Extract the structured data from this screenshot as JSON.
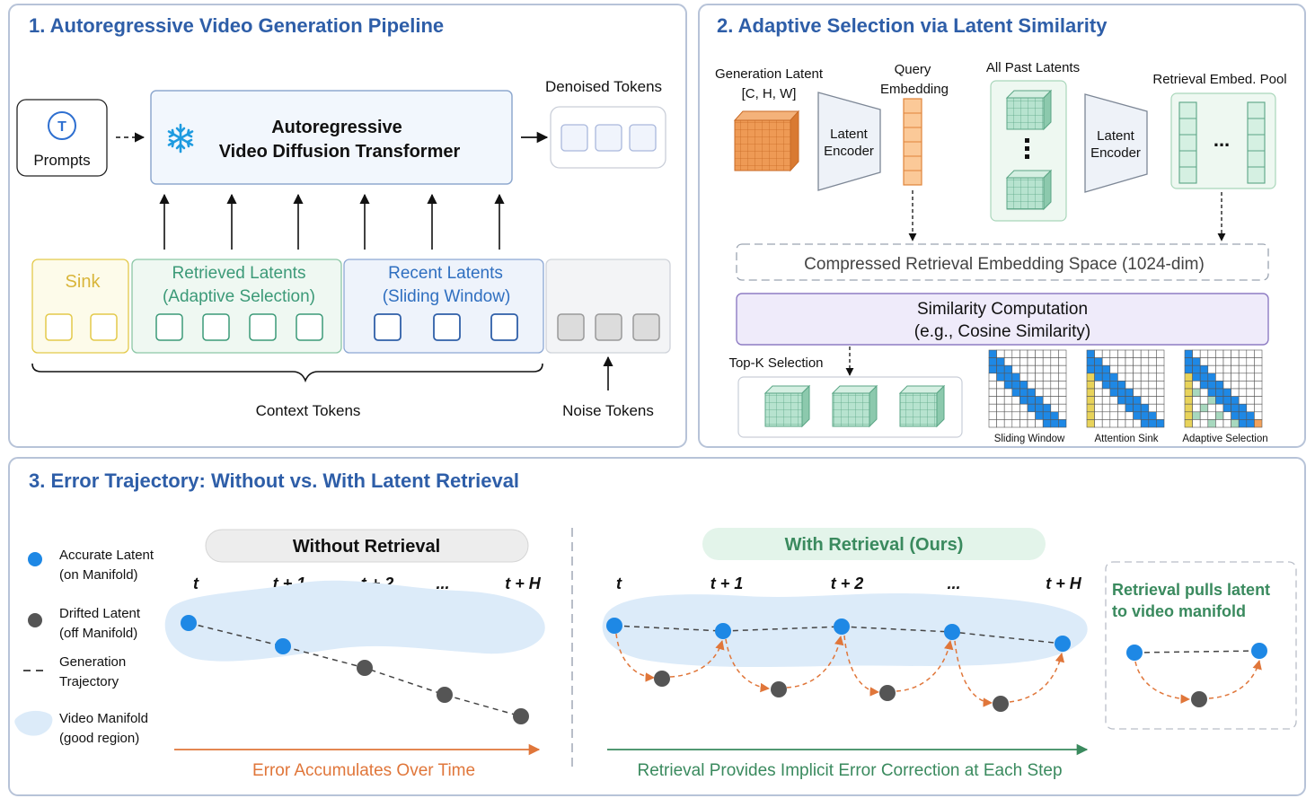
{
  "panel1": {
    "title": "1. Autoregressive Video Generation Pipeline",
    "prompts_icon": "T",
    "prompts_label": "Prompts",
    "transformer_line1": "Autoregressive",
    "transformer_line2": "Video Diffusion Transformer",
    "denoised_label": "Denoised Tokens",
    "sink_label": "Sink",
    "retrieved_line1": "Retrieved Latents",
    "retrieved_line2": "(Adaptive Selection)",
    "recent_line1": "Recent Latents",
    "recent_line2": "(Sliding Window)",
    "context_label": "Context Tokens",
    "noise_label": "Noise Tokens",
    "snowflake_icon": "snowflake-icon"
  },
  "panel2": {
    "title": "2. Adaptive Selection via Latent Similarity",
    "gen_latent_line1": "Generation Latent",
    "gen_latent_line2": "[C, H, W]",
    "encoder_a_line1": "Latent",
    "encoder_a_line2": "Encoder",
    "query_line1": "Query",
    "query_line2": "Embedding",
    "past_latents_label": "All Past Latents",
    "encoder_b_line1": "Latent",
    "encoder_b_line2": "Encoder",
    "pool_label": "Retrieval Embed. Pool",
    "ellipsis": "...",
    "embedding_space_label": "Compressed Retrieval Embedding Space (1024-dim)",
    "similarity_line1": "Similarity Computation",
    "similarity_line2": "(e.g., Cosine Similarity)",
    "topk_label": "Top-K Selection",
    "mask_labels": [
      "Sliding Window",
      "Attention Sink",
      "Adaptive Selection"
    ]
  },
  "panel3": {
    "title": "3. Error Trajectory: Without vs. With Latent Retrieval",
    "legend": {
      "accurate_line1": "Accurate Latent",
      "accurate_line2": "(on Manifold)",
      "drifted_line1": "Drifted Latent",
      "drifted_line2": "(off Manifold)",
      "trajectory_line1": "Generation",
      "trajectory_line2": "Trajectory",
      "manifold_line1": "Video Manifold",
      "manifold_line2": "(good region)"
    },
    "without_title": "Without Retrieval",
    "with_title": "With Retrieval (Ours)",
    "time_labels": [
      "t",
      "t + 1",
      "t + 2",
      "...",
      "t + H"
    ],
    "without_caption": "Error Accumulates Over Time",
    "with_caption": "Retrieval Provides Implicit Error Correction at Each Step",
    "inset_line1": "Retrieval pulls latent",
    "inset_line2": "to video manifold"
  },
  "colors": {
    "title_blue": "#2e5ea8",
    "sink_yellow": "#e3c94a",
    "retrieved_green": "#3c9a78",
    "recent_blue": "#2f5fa8",
    "query_orange": "#f2a25c",
    "accurate_blue": "#1e88e5",
    "drifted_gray": "#555555",
    "error_orange": "#e0763a",
    "correction_green": "#3a8a5e",
    "similarity_purple": "#8e7cc3"
  }
}
